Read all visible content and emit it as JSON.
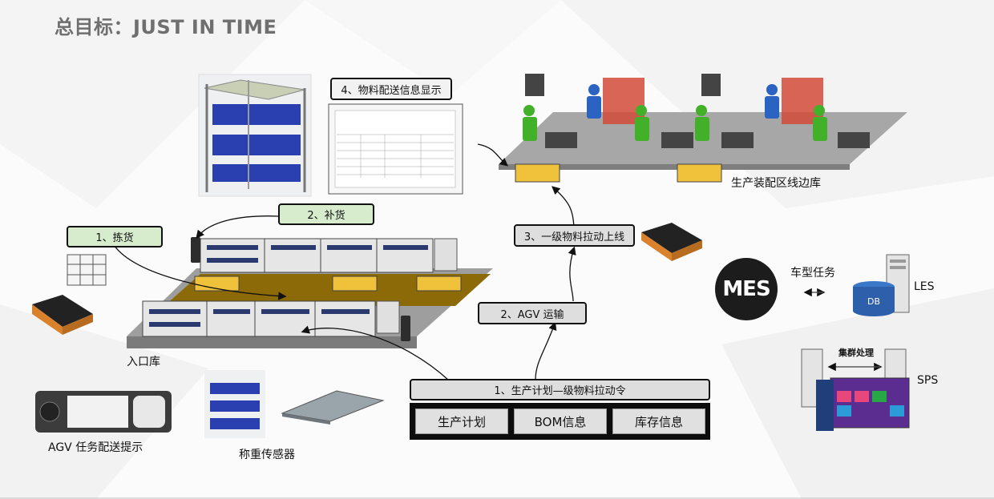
{
  "title": "总目标：JUST IN  TIME",
  "steps": {
    "pick": "1、拣货",
    "replenish": "2、补货",
    "info_display": "4、物料配送信息显示",
    "pull_online": "3、一级物料拉动上线",
    "agv_transport": "2、AGV 运输",
    "production_plan_pull": "1、生产计划—级物料拉动令"
  },
  "sources": [
    "生产计划",
    "BOM信息",
    "库存信息"
  ],
  "labels": {
    "assembly_line": "生产装配区线边库",
    "entry_warehouse": "入口库",
    "agv_prompt": "AGV 任务配送提示",
    "weighing_sensor": "称重传感器",
    "vehicle_task": "车型任务",
    "les": "LES",
    "sps": "SPS",
    "cluster": "集群处理",
    "mes": "MES",
    "db": "DB"
  },
  "icons": {
    "bidirectional": "double-arrow-icon"
  }
}
